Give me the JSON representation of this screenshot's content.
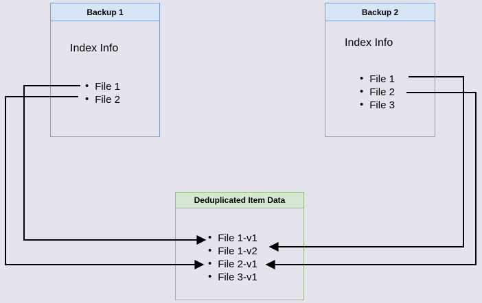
{
  "page": {
    "background_color": "#e5e4ec"
  },
  "diagram": {
    "backup1": {
      "title": "Backup 1",
      "subtitle": "Index Info",
      "items": [
        "File 1",
        "File 2"
      ]
    },
    "backup2": {
      "title": "Backup 2",
      "subtitle": "Index Info",
      "items": [
        "File 1",
        "File 2",
        "File 3"
      ]
    },
    "dedup": {
      "title": "Deduplicated Item Data",
      "items": [
        "File 1-v1",
        "File 1-v2",
        "File 2-v1",
        "File 3-v1"
      ]
    },
    "colors": {
      "blue_header_fill": "#d6e6f7",
      "blue_border": "#7e9cc8",
      "green_header_fill": "#d5e7d2",
      "green_border": "#94bd88",
      "arrow": "#000000",
      "text": "#000000"
    },
    "connections": [
      {
        "from": "Backup 1 / File 1",
        "to": "Deduplicated Item Data / File 1-v1",
        "route": "left"
      },
      {
        "from": "Backup 1 / File 2",
        "to": "Deduplicated Item Data / File 2-v1",
        "route": "left"
      },
      {
        "from": "Backup 2 / File 1",
        "to": "Deduplicated Item Data / File 1-v2",
        "route": "right"
      },
      {
        "from": "Backup 2 / File 2",
        "to": "Deduplicated Item Data / File 2-v1",
        "route": "right"
      }
    ]
  }
}
